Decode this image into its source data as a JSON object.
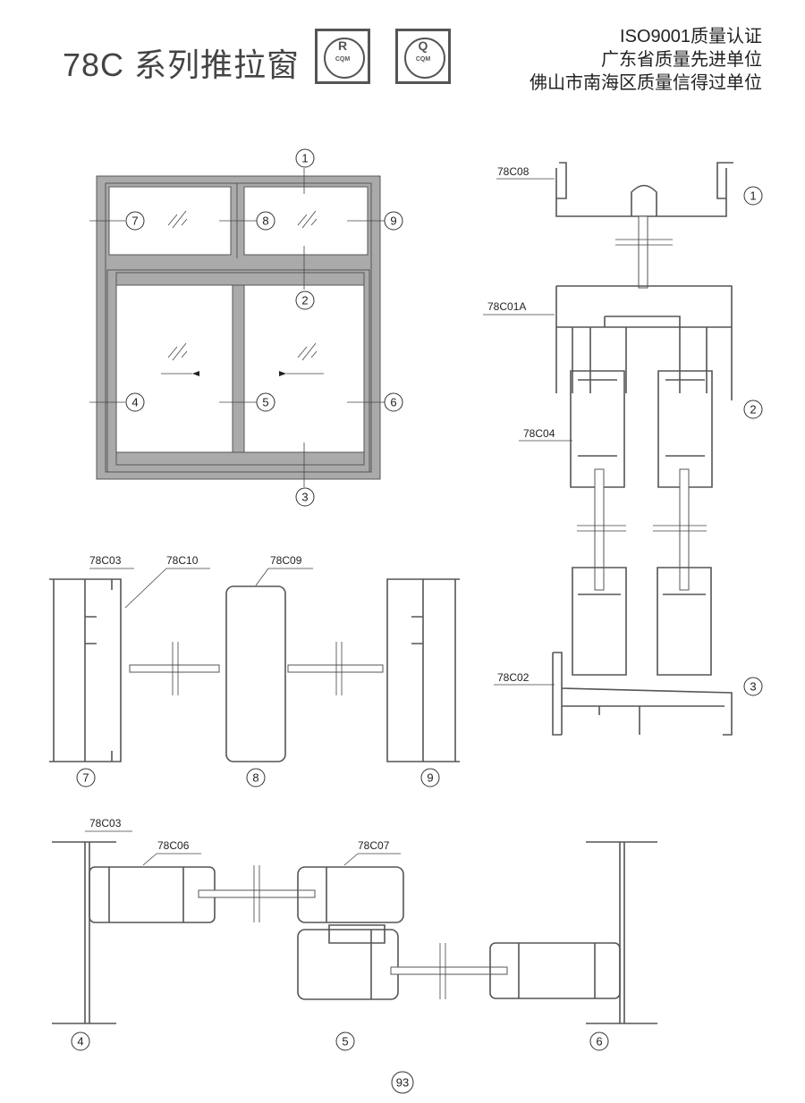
{
  "header": {
    "title": "78C 系列推拉窗",
    "logos": [
      {
        "mark": "R",
        "text": "CQM"
      },
      {
        "mark": "Q",
        "text": "CQM"
      }
    ],
    "certifications": [
      "ISO9001质量认证",
      "广东省质量先进单位",
      "佛山市南海区质量信得过单位"
    ]
  },
  "elevation": {
    "callouts": [
      "1",
      "2",
      "3",
      "4",
      "5",
      "6",
      "7",
      "8",
      "9"
    ]
  },
  "sections": {
    "vertical": {
      "codes": [
        "78C08",
        "78C01A",
        "78C04",
        "78C02"
      ],
      "callouts": [
        "1",
        "2",
        "3"
      ]
    },
    "transom": {
      "codes": [
        "78C03",
        "78C10",
        "78C09"
      ],
      "callouts": [
        "7",
        "8",
        "9"
      ]
    },
    "horizontal": {
      "codes": [
        "78C03",
        "78C06",
        "78C07"
      ],
      "callouts": [
        "4",
        "5",
        "6"
      ]
    }
  },
  "page_number": "93"
}
